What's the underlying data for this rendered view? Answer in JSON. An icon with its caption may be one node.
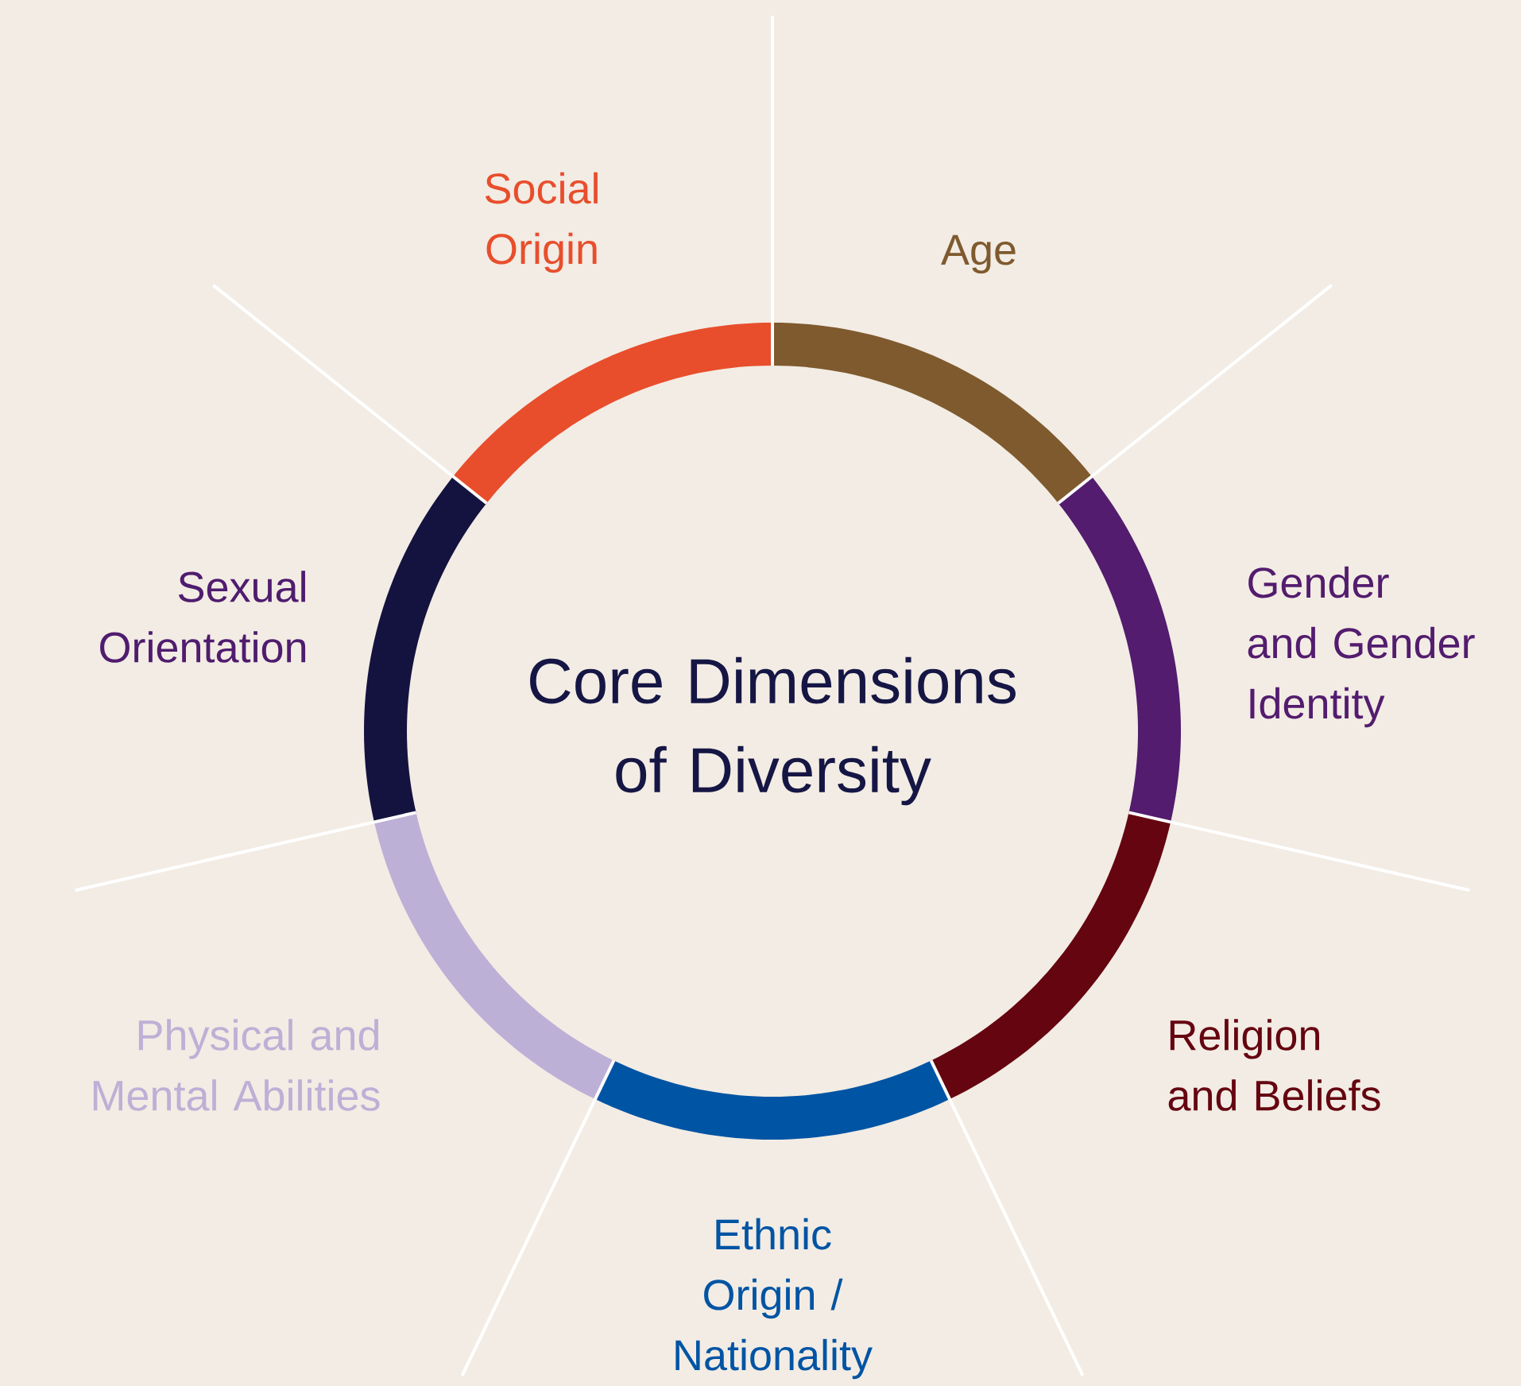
{
  "diagram": {
    "nodes": [
      {
        "text": [
          "Core Dimensions of Diversity"
        ]
      }
    ],
    "labels": [
      "Social Origin",
      "Age",
      "Sexual Orientation",
      "Gender and Gender Identity",
      "Physical and Mental Abilities",
      "Religion and Beliefs",
      "Ethnic Origin / Nationality"
    ]
  }
}
